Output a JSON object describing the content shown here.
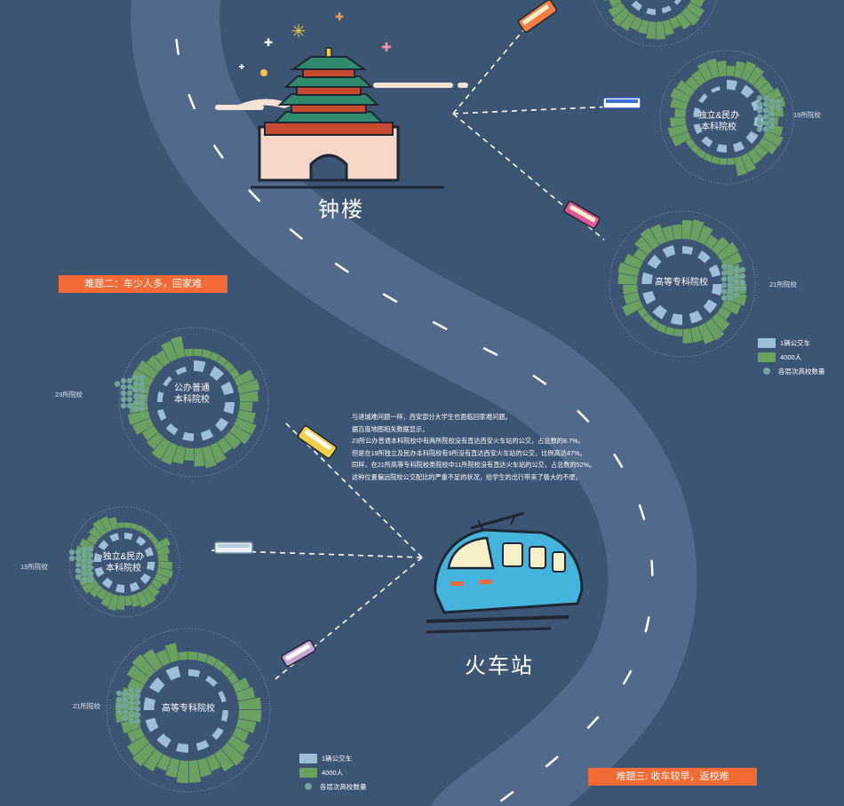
{
  "landmarks": {
    "bell_tower": "钟楼",
    "train_station": "火车站"
  },
  "banners": {
    "difficulty_two": "难题二：车少人多，回家难",
    "difficulty_three": "难题三: 收车较早，返校难"
  },
  "body_text": [
    "与进城难问题一样，西安部分大学生也面临回家难问题。",
    "据百度地图相关数据显示，",
    "23所公办普通本科院校中有两所院校没有直达西安火车站的公交，占总数的8.7%。",
    "但是在19所独立及民办本科院校有9所没有直达西安火车站的公交，比例高达47%。",
    "同样，在21所高等专科院校类院校中11所院校没有直达火车站的公交，占总数的52%。",
    "这种位置偏远院校公交配比的严重不足的状况，给学生的出行带来了极大的不便。"
  ],
  "rings": {
    "top_independent": {
      "title_line1": "独立&民办",
      "title_line2": "本科院校",
      "count_label": "19所院校"
    },
    "top_college": {
      "title_line1": "高等专科院校",
      "count_label": "21所院校"
    },
    "left_public": {
      "title_line1": "公办普通",
      "title_line2": "本科院校",
      "count_label": "23所院校"
    },
    "left_independent": {
      "title_line1": "独立&民办",
      "title_line2": "本科院校",
      "count_label": "19所院校"
    },
    "left_college": {
      "title_line1": "高等专科院校",
      "count_label": "21所院校"
    }
  },
  "legend": {
    "bus": "1辆公交车",
    "people": "4000人",
    "schools": "各层次高校数量"
  },
  "colors": {
    "background": "#3d5574",
    "road": "#51698b",
    "ring_green": "#6aa060",
    "ring_blue": "#9ebdd8",
    "dot_teal": "#72a59b",
    "banner_orange": "#f26a35"
  }
}
